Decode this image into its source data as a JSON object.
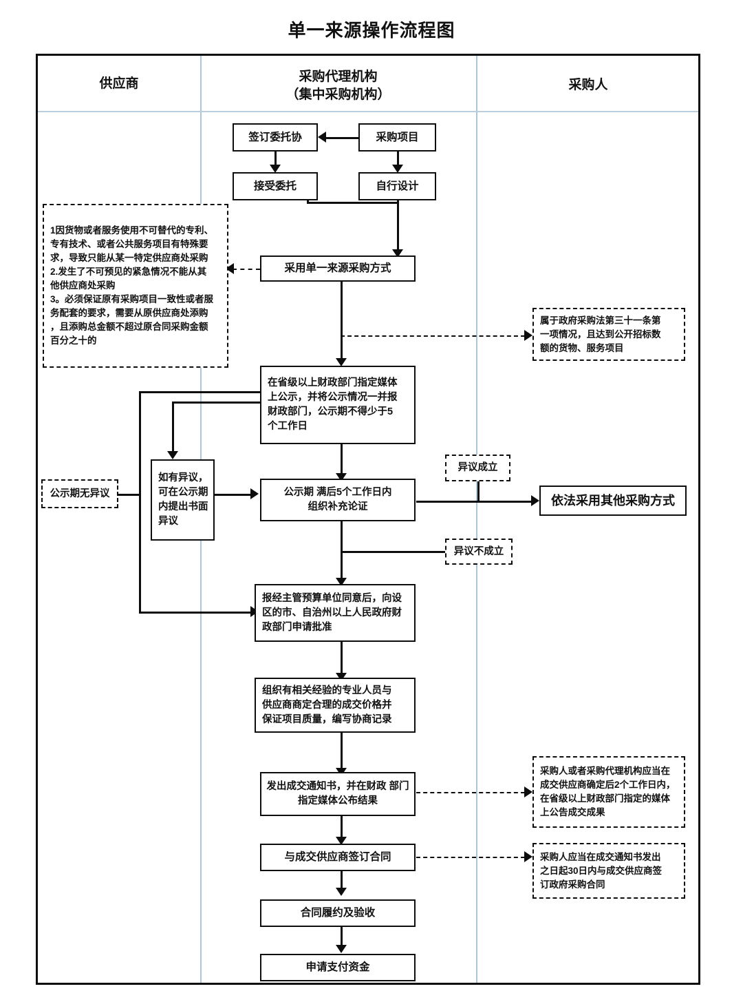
{
  "title": "单一来源操作流程图",
  "lanes": [
    {
      "name": "supplier",
      "label": "供应商"
    },
    {
      "name": "agency",
      "label": "采购代理机构\n（集中采购机构）",
      "line1": "采购代理机构",
      "line2": "（集中采购机构）"
    },
    {
      "name": "purchaser",
      "label": "采购人"
    }
  ],
  "nodes": {
    "sign_entrust": "签订委托协",
    "procure_project": "采购项目",
    "accept_entrust": "接受委托",
    "self_design": "自行设计",
    "single_source_mode": "采用单一来源采购方式",
    "publicity": {
      "l1": "在省级以上财政部门指定媒体",
      "l2": "上公示，并将公示情况一并报",
      "l3": "财政部门，公示期不得少于5",
      "l4": "个工作日"
    },
    "objection_box": {
      "l1": "如有异议，",
      "l2": "可在公示期",
      "l3": "内提出书面",
      "l4": "异议"
    },
    "supplement_demo": {
      "l1": "公示期 满后5个工作日内",
      "l2": "组织补充论证"
    },
    "other_method": "依法采用其他采购方式",
    "apply_approval": {
      "l1": "报经主管预算单位同意后，向设",
      "l2": "区的市、自治州以上人民政府财",
      "l3": "政部门申请批准"
    },
    "negotiate": {
      "l1": "组织有相关经验的专业人员与",
      "l2": "供应商商定合理的成交价格并",
      "l3": "保证项目质量，编写协商记录"
    },
    "issue_notice": {
      "l1": "发出成交通知书，并在财政 部门",
      "l2": "指定媒体公布结果"
    },
    "sign_contract": "与成交供应商签订合同",
    "contract_perform": "合同履约及验收",
    "apply_payment": "申请支付资金"
  },
  "annotations": {
    "conditions": {
      "l1": "1因货物或者服务使用不可替代的专利、",
      "l2": "专有技术、或者公共服务项目有特殊要",
      "l3": "求，导致只能从某一特定供应商处采购",
      "l4": "2.发生了不可预见的紧急情况不能从其",
      "l5": "他供应商处采购",
      "l6": "3。必须保证原有采购项目一致性或者服",
      "l7": "务配套的要求，需要从原供应商处添购",
      "l8": "，且添购总金额不超过原合同采购金额",
      "l9": "百分之十的"
    },
    "law_article_31": {
      "l1": "属于政府采购法第三十一条第",
      "l2": "一项情况，且达到公开招标数",
      "l3": "额的货物、服务项目"
    },
    "no_objection": "公示期无异议",
    "objection_valid": "异议成立",
    "objection_invalid": "异议不成立",
    "announce_result": {
      "l1": "采购人或者采购代理机构应当在",
      "l2": "成交供应商确定后2个工作日内，",
      "l3": "在省级以上财政部门指定的媒体",
      "l4": "上公告成交成果"
    },
    "sign_within_30": {
      "l1": "采购人应当在成交通知书发出",
      "l2": "之日起30日内与成交供应商签",
      "l3": "订政府采购合同"
    }
  },
  "colors": {
    "stroke": "#0d0d0d",
    "lane_divider": "#a9c6db",
    "background": "#ffffff"
  }
}
